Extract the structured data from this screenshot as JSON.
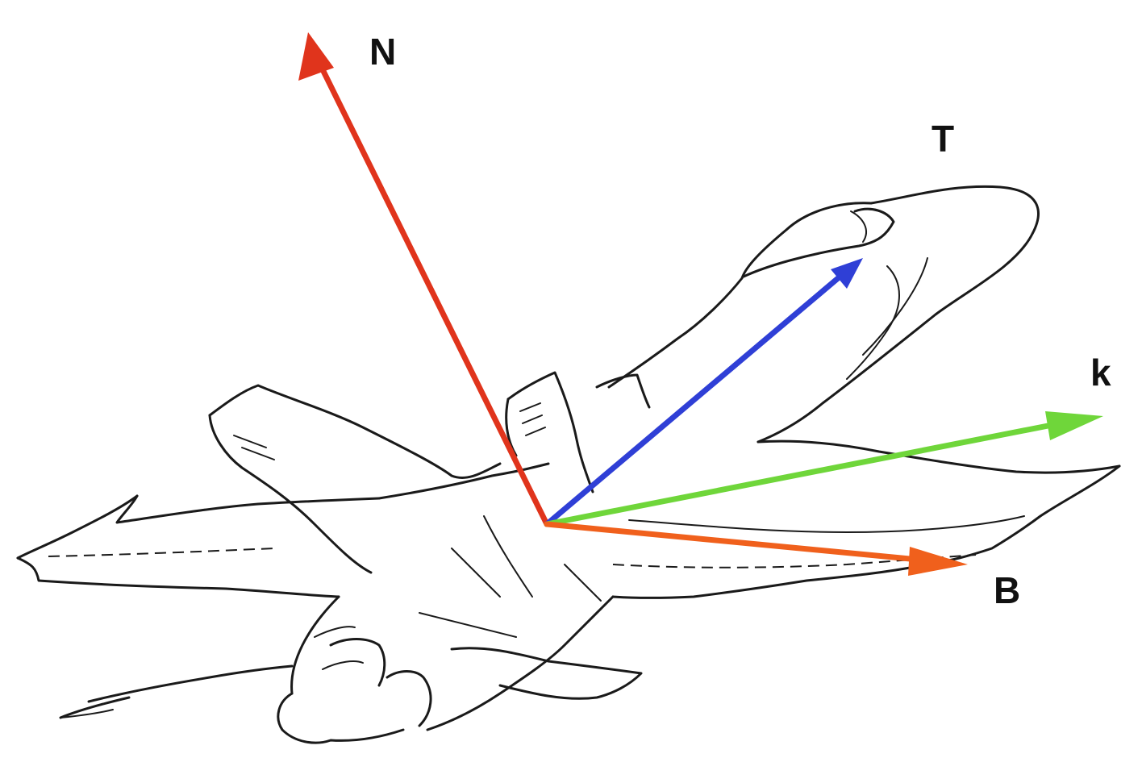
{
  "vectors": {
    "N": {
      "label": "N",
      "color": "#e0341c"
    },
    "T": {
      "label": "T",
      "color": "#2f3fd6"
    },
    "k": {
      "label": "k",
      "color": "#6fd63a"
    },
    "B": {
      "label": "B",
      "color": "#f0601c"
    }
  },
  "figure": {
    "icon": "fighter-jet-drawing"
  }
}
